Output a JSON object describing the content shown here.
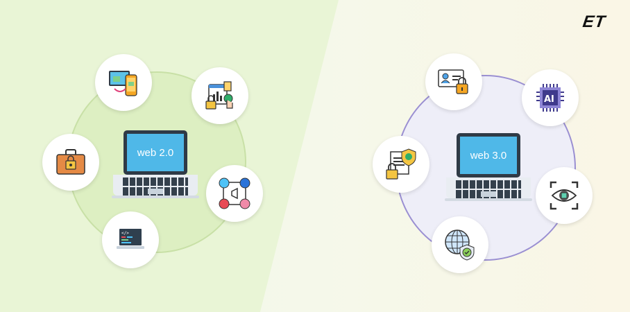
{
  "brand": {
    "logo_text": "ET"
  },
  "colors": {
    "left_bg": "#e9f5d6",
    "right_bg": "#f4f8ea",
    "left_ring": "#ddefc2",
    "right_ring": "#eeeef8",
    "right_ring_border": "#9a8fd2",
    "screen_blue": "#4fb8e8"
  },
  "web2": {
    "center_label": "web 2.0",
    "icons": [
      {
        "name": "multi-device-sync-icon",
        "position": "top"
      },
      {
        "name": "secure-analytics-click-icon",
        "position": "top-right"
      },
      {
        "name": "locked-briefcase-icon",
        "position": "left"
      },
      {
        "name": "social-media-network-icon",
        "position": "right"
      },
      {
        "name": "code-laptop-icon",
        "position": "bottom"
      }
    ]
  },
  "web3": {
    "center_label": "web 3.0",
    "icons": [
      {
        "name": "identity-card-lock-icon",
        "position": "top"
      },
      {
        "name": "ai-chip-icon",
        "position": "top-right"
      },
      {
        "name": "secure-document-shield-icon",
        "position": "left"
      },
      {
        "name": "ar-eye-cube-icon",
        "position": "right"
      },
      {
        "name": "secure-globe-icon",
        "position": "bottom"
      }
    ]
  }
}
